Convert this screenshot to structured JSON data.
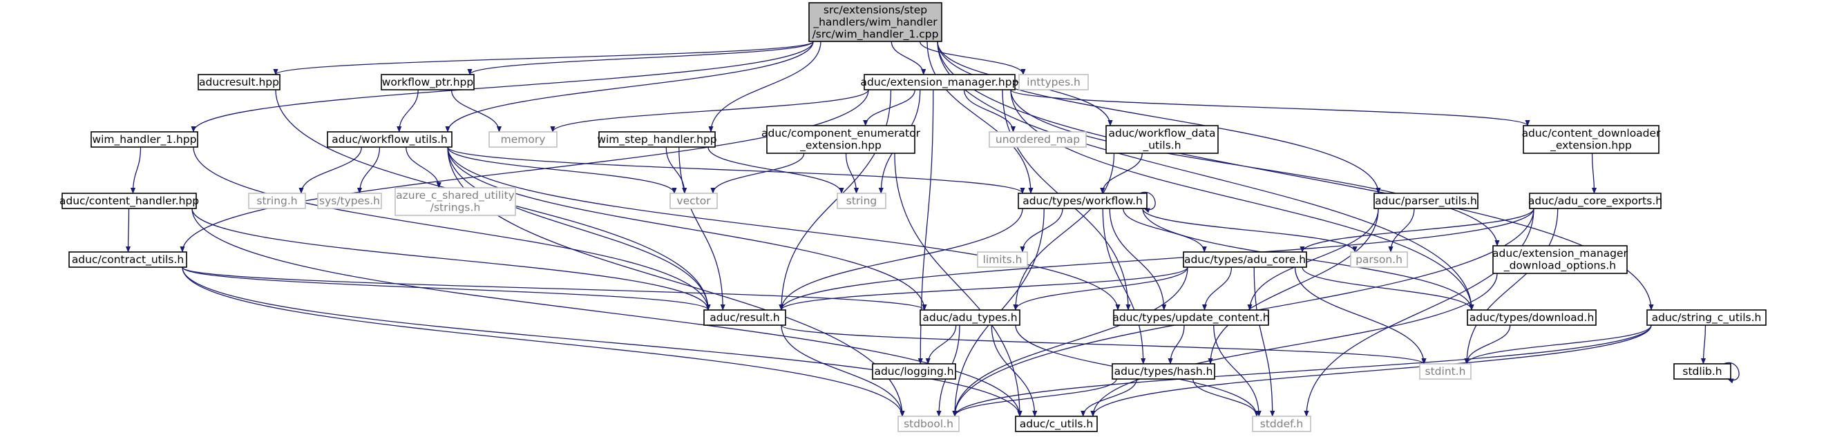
{
  "colors": {
    "edge": "#191970",
    "node_border": "#000000",
    "missing_border": "#bfbfbf",
    "missing_text": "#7f7f7f",
    "root_fill": "#bfbfbf",
    "text": "#000000"
  },
  "graph": {
    "nodes": [
      {
        "id": "root",
        "lines": [
          "src/extensions/step",
          "_handlers/wim_handler",
          "/src/wim_handler_1.cpp"
        ],
        "style": "root"
      },
      {
        "id": "aducresult_hpp",
        "lines": [
          "aducresult.hpp"
        ],
        "style": "normal"
      },
      {
        "id": "workflow_ptr_hpp",
        "lines": [
          "workflow_ptr.hpp"
        ],
        "style": "normal"
      },
      {
        "id": "extension_manager_hpp",
        "lines": [
          "aduc/extension_manager.hpp"
        ],
        "style": "normal"
      },
      {
        "id": "inttypes_h",
        "lines": [
          "inttypes.h"
        ],
        "style": "missing"
      },
      {
        "id": "wim_handler_1_hpp",
        "lines": [
          "wim_handler_1.hpp"
        ],
        "style": "normal"
      },
      {
        "id": "workflow_utils_h",
        "lines": [
          "aduc/workflow_utils.h"
        ],
        "style": "normal"
      },
      {
        "id": "memory",
        "lines": [
          "memory"
        ],
        "style": "missing"
      },
      {
        "id": "wim_step_handler_hpp",
        "lines": [
          "wim_step_handler.hpp"
        ],
        "style": "normal"
      },
      {
        "id": "component_enumerator",
        "lines": [
          "aduc/component_enumerator",
          "_extension.hpp"
        ],
        "style": "normal"
      },
      {
        "id": "unordered_map",
        "lines": [
          "unordered_map"
        ],
        "style": "missing"
      },
      {
        "id": "workflow_data_utils_h",
        "lines": [
          "aduc/workflow_data",
          "_utils.h"
        ],
        "style": "normal"
      },
      {
        "id": "content_downloader",
        "lines": [
          "aduc/content_downloader",
          "_extension.hpp"
        ],
        "style": "normal"
      },
      {
        "id": "content_handler_hpp",
        "lines": [
          "aduc/content_handler.hpp"
        ],
        "style": "normal"
      },
      {
        "id": "string_h",
        "lines": [
          "string.h"
        ],
        "style": "missing"
      },
      {
        "id": "sys_types_h",
        "lines": [
          "sys/types.h"
        ],
        "style": "missing"
      },
      {
        "id": "azure_strings_h",
        "lines": [
          "azure_c_shared_utility",
          "/strings.h"
        ],
        "style": "missing"
      },
      {
        "id": "vector",
        "lines": [
          "vector"
        ],
        "style": "missing"
      },
      {
        "id": "string",
        "lines": [
          "string"
        ],
        "style": "missing"
      },
      {
        "id": "types_workflow_h",
        "lines": [
          "aduc/types/workflow.h"
        ],
        "style": "normal"
      },
      {
        "id": "parser_utils_h",
        "lines": [
          "aduc/parser_utils.h"
        ],
        "style": "normal"
      },
      {
        "id": "adu_core_exports_h",
        "lines": [
          "aduc/adu_core_exports.h"
        ],
        "style": "normal"
      },
      {
        "id": "contract_utils_h",
        "lines": [
          "aduc/contract_utils.h"
        ],
        "style": "normal"
      },
      {
        "id": "limits_h",
        "lines": [
          "limits.h"
        ],
        "style": "missing"
      },
      {
        "id": "types_adu_core_h",
        "lines": [
          "aduc/types/adu_core.h"
        ],
        "style": "normal"
      },
      {
        "id": "parson_h",
        "lines": [
          "parson.h"
        ],
        "style": "missing"
      },
      {
        "id": "ext_mgr_download_options_h",
        "lines": [
          "aduc/extension_manager",
          "_download_options.h"
        ],
        "style": "normal"
      },
      {
        "id": "result_h",
        "lines": [
          "aduc/result.h"
        ],
        "style": "normal"
      },
      {
        "id": "adu_types_h",
        "lines": [
          "aduc/adu_types.h"
        ],
        "style": "normal"
      },
      {
        "id": "update_content_h",
        "lines": [
          "aduc/types/update_content.h"
        ],
        "style": "normal"
      },
      {
        "id": "download_h",
        "lines": [
          "aduc/types/download.h"
        ],
        "style": "normal"
      },
      {
        "id": "string_c_utils_h",
        "lines": [
          "aduc/string_c_utils.h"
        ],
        "style": "normal"
      },
      {
        "id": "logging_h",
        "lines": [
          "aduc/logging.h"
        ],
        "style": "normal"
      },
      {
        "id": "hash_h",
        "lines": [
          "aduc/types/hash.h"
        ],
        "style": "normal"
      },
      {
        "id": "stdint_h",
        "lines": [
          "stdint.h"
        ],
        "style": "missing"
      },
      {
        "id": "stdlib_h",
        "lines": [
          "stdlib.h"
        ],
        "style": "normal"
      },
      {
        "id": "stdbool_h",
        "lines": [
          "stdbool.h"
        ],
        "style": "missing"
      },
      {
        "id": "c_utils_h",
        "lines": [
          "aduc/c_utils.h"
        ],
        "style": "normal"
      },
      {
        "id": "stddef_h",
        "lines": [
          "stddef.h"
        ],
        "style": "missing"
      }
    ],
    "edges": [
      [
        "root",
        "aducresult_hpp"
      ],
      [
        "root",
        "workflow_ptr_hpp"
      ],
      [
        "root",
        "extension_manager_hpp"
      ],
      [
        "root",
        "inttypes_h"
      ],
      [
        "root",
        "wim_handler_1_hpp"
      ],
      [
        "root",
        "workflow_utils_h"
      ],
      [
        "root",
        "wim_step_handler_hpp"
      ],
      [
        "root",
        "workflow_data_utils_h"
      ],
      [
        "root",
        "parser_utils_h"
      ],
      [
        "root",
        "download_h"
      ],
      [
        "root",
        "string_c_utils_h"
      ],
      [
        "root",
        "types_workflow_h"
      ],
      [
        "aducresult_hpp",
        "result_h"
      ],
      [
        "workflow_ptr_hpp",
        "workflow_utils_h"
      ],
      [
        "workflow_ptr_hpp",
        "memory"
      ],
      [
        "extension_manager_hpp",
        "memory"
      ],
      [
        "extension_manager_hpp",
        "component_enumerator"
      ],
      [
        "extension_manager_hpp",
        "unordered_map"
      ],
      [
        "extension_manager_hpp",
        "content_downloader"
      ],
      [
        "extension_manager_hpp",
        "string"
      ],
      [
        "extension_manager_hpp",
        "result_h"
      ],
      [
        "extension_manager_hpp",
        "logging_h"
      ],
      [
        "extension_manager_hpp",
        "contract_utils_h"
      ],
      [
        "extension_manager_hpp",
        "update_content_h"
      ],
      [
        "extension_manager_hpp",
        "ext_mgr_download_options_h"
      ],
      [
        "extension_manager_hpp",
        "download_h"
      ],
      [
        "wim_handler_1_hpp",
        "content_handler_hpp"
      ],
      [
        "wim_handler_1_hpp",
        "result_h"
      ],
      [
        "workflow_utils_h",
        "string_h"
      ],
      [
        "workflow_utils_h",
        "sys_types_h"
      ],
      [
        "workflow_utils_h",
        "azure_strings_h"
      ],
      [
        "workflow_utils_h",
        "vector"
      ],
      [
        "workflow_utils_h",
        "types_workflow_h"
      ],
      [
        "workflow_utils_h",
        "result_h"
      ],
      [
        "workflow_utils_h",
        "adu_types_h"
      ],
      [
        "workflow_utils_h",
        "update_content_h"
      ],
      [
        "workflow_utils_h",
        "stdbool_h"
      ],
      [
        "wim_step_handler_hpp",
        "vector"
      ],
      [
        "wim_step_handler_hpp",
        "string"
      ],
      [
        "wim_step_handler_hpp",
        "result_h"
      ],
      [
        "component_enumerator",
        "vector"
      ],
      [
        "component_enumerator",
        "string"
      ],
      [
        "component_enumerator",
        "c_utils_h"
      ],
      [
        "workflow_data_utils_h",
        "types_workflow_h"
      ],
      [
        "workflow_data_utils_h",
        "adu_types_h"
      ],
      [
        "content_downloader",
        "adu_core_exports_h"
      ],
      [
        "content_handler_hpp",
        "contract_utils_h"
      ],
      [
        "content_handler_hpp",
        "result_h"
      ],
      [
        "content_handler_hpp",
        "c_utils_h"
      ],
      [
        "types_workflow_h",
        "types_workflow_h"
      ],
      [
        "types_workflow_h",
        "limits_h"
      ],
      [
        "types_workflow_h",
        "types_adu_core_h"
      ],
      [
        "types_workflow_h",
        "parson_h"
      ],
      [
        "types_workflow_h",
        "result_h"
      ],
      [
        "types_workflow_h",
        "update_content_h"
      ],
      [
        "types_workflow_h",
        "download_h"
      ],
      [
        "types_workflow_h",
        "hash_h"
      ],
      [
        "types_workflow_h",
        "stdbool_h"
      ],
      [
        "parser_utils_h",
        "parson_h"
      ],
      [
        "parser_utils_h",
        "update_content_h"
      ],
      [
        "parser_utils_h",
        "hash_h"
      ],
      [
        "adu_core_exports_h",
        "types_adu_core_h"
      ],
      [
        "adu_core_exports_h",
        "result_h"
      ],
      [
        "adu_core_exports_h",
        "stdint_h"
      ],
      [
        "adu_core_exports_h",
        "stdbool_h"
      ],
      [
        "adu_core_exports_h",
        "stddef_h"
      ],
      [
        "contract_utils_h",
        "result_h"
      ],
      [
        "contract_utils_h",
        "adu_types_h"
      ],
      [
        "contract_utils_h",
        "stdbool_h"
      ],
      [
        "contract_utils_h",
        "c_utils_h"
      ],
      [
        "types_adu_core_h",
        "result_h"
      ],
      [
        "types_adu_core_h",
        "adu_types_h"
      ],
      [
        "types_adu_core_h",
        "update_content_h"
      ],
      [
        "types_adu_core_h",
        "download_h"
      ],
      [
        "types_adu_core_h",
        "stdint_h"
      ],
      [
        "types_adu_core_h",
        "stdbool_h"
      ],
      [
        "types_adu_core_h",
        "stddef_h"
      ],
      [
        "ext_mgr_download_options_h",
        "c_utils_h"
      ],
      [
        "result_h",
        "stdbool_h"
      ],
      [
        "result_h",
        "stdint_h"
      ],
      [
        "adu_types_h",
        "logging_h"
      ],
      [
        "adu_types_h",
        "stdbool_h"
      ],
      [
        "adu_types_h",
        "c_utils_h"
      ],
      [
        "adu_types_h",
        "stddef_h"
      ],
      [
        "update_content_h",
        "hash_h"
      ],
      [
        "update_content_h",
        "stddef_h"
      ],
      [
        "download_h",
        "stdint_h"
      ],
      [
        "string_c_utils_h",
        "stdint_h"
      ],
      [
        "string_c_utils_h",
        "stdlib_h"
      ],
      [
        "string_c_utils_h",
        "stdbool_h"
      ],
      [
        "string_c_utils_h",
        "c_utils_h"
      ],
      [
        "hash_h",
        "stdbool_h"
      ],
      [
        "hash_h",
        "c_utils_h"
      ],
      [
        "hash_h",
        "stddef_h"
      ],
      [
        "stdlib_h",
        "stdlib_h"
      ]
    ]
  }
}
